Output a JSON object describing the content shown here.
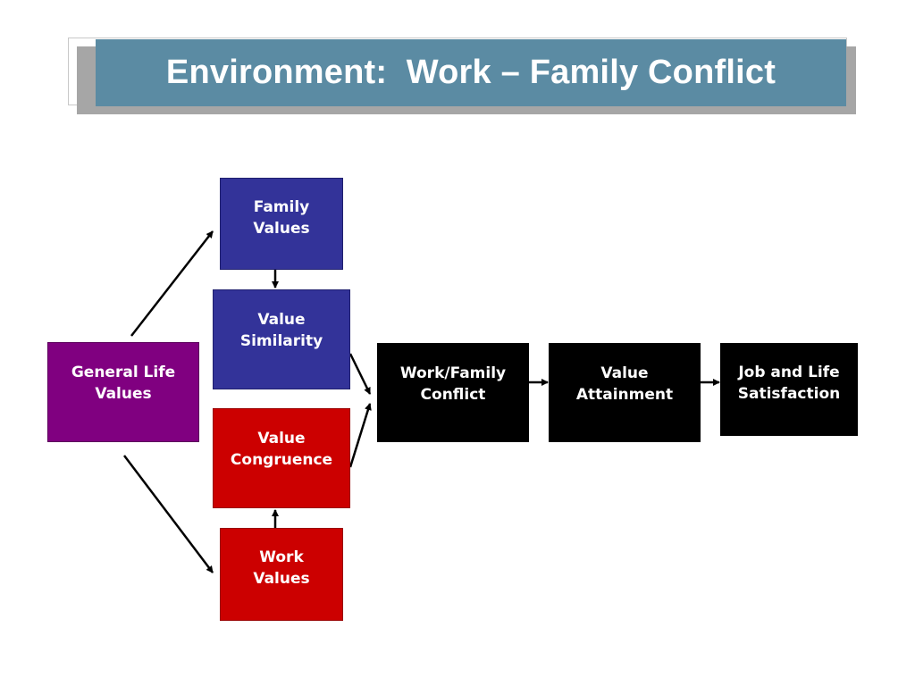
{
  "slide": {
    "title": "Environment:  Work – Family Conflict"
  },
  "diagram": {
    "nodes": {
      "family_values": {
        "line1": "Family",
        "line2": "Values",
        "color": "#333399"
      },
      "value_similarity": {
        "line1": "Value",
        "line2": "Similarity",
        "color": "#333399"
      },
      "general_life_values": {
        "line1": "General Life",
        "line2": "Values",
        "color": "#800080"
      },
      "value_congruence": {
        "line1": "Value",
        "line2": "Congruence",
        "color": "#cc0000"
      },
      "work_values": {
        "line1": "Work",
        "line2": "Values",
        "color": "#cc0000"
      },
      "work_family_conflict": {
        "line1": "Work/Family",
        "line2": "Conflict",
        "color": "#000000"
      },
      "value_attainment": {
        "line1": "Value",
        "line2": "Attainment",
        "color": "#000000"
      },
      "job_life_satisfaction": {
        "line1": "Job and Life",
        "line2": "Satisfaction",
        "color": "#000000"
      }
    },
    "edges": [
      {
        "from": "general_life_values",
        "to": "family_values"
      },
      {
        "from": "general_life_values",
        "to": "work_values"
      },
      {
        "from": "family_values",
        "to": "value_similarity"
      },
      {
        "from": "work_values",
        "to": "value_congruence"
      },
      {
        "from": "value_similarity",
        "to": "work_family_conflict"
      },
      {
        "from": "value_congruence",
        "to": "work_family_conflict"
      },
      {
        "from": "work_family_conflict",
        "to": "value_attainment"
      },
      {
        "from": "value_attainment",
        "to": "job_life_satisfaction"
      }
    ]
  },
  "colors": {
    "title_bar": "#5b8ba3",
    "title_shadow": "#a6a6a6",
    "arrow": "#000000"
  }
}
